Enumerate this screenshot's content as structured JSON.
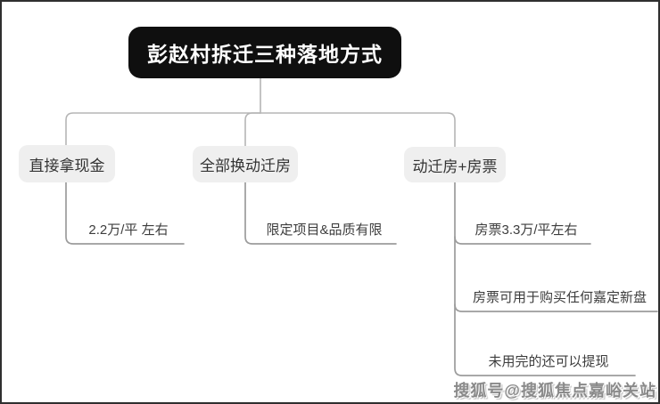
{
  "diagram": {
    "root": {
      "label": "彭赵村拆迁三种落地方式"
    },
    "branches": [
      {
        "label": "直接拿现金",
        "children": [
          {
            "label": "2.2万/平 左右"
          }
        ]
      },
      {
        "label": "全部换动迁房",
        "children": [
          {
            "label": "限定项目&品质有限"
          }
        ]
      },
      {
        "label": "动迁房+房票",
        "children": [
          {
            "label": "房票3.3万/平左右"
          },
          {
            "label": "房票可用于购买任何嘉定新盘"
          },
          {
            "label": "未用完的还可以提现"
          }
        ]
      }
    ]
  },
  "watermark": {
    "text": "搜狐号@搜狐焦点嘉峪关站"
  },
  "colors": {
    "root_bg": "#0f0f0f",
    "root_text": "#ffffff",
    "node_bg": "#efefef",
    "node_text": "#333333",
    "connector": "#b5b5b5",
    "leaf_connector": "#9c9c9c",
    "frame_border": "#2f2f2f"
  }
}
